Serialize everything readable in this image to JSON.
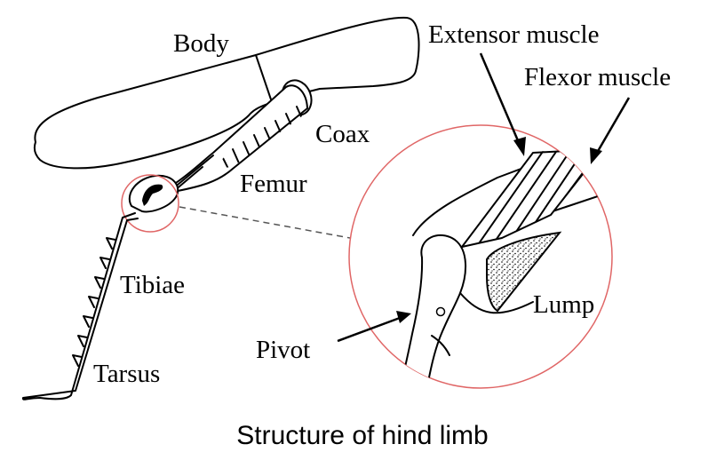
{
  "diagram": {
    "caption": "Structure of hind limb",
    "labels": {
      "body": "Body",
      "coax": "Coax",
      "femur": "Femur",
      "tibiae": "Tibiae",
      "tarsus": "Tarsus",
      "pivot": "Pivot",
      "extensor": "Extensor muscle",
      "flexor": "Flexor muscle",
      "lump": "Lump"
    },
    "colors": {
      "highlight_circle": "#e06666",
      "connector": "#555555",
      "ink": "#000000"
    }
  }
}
